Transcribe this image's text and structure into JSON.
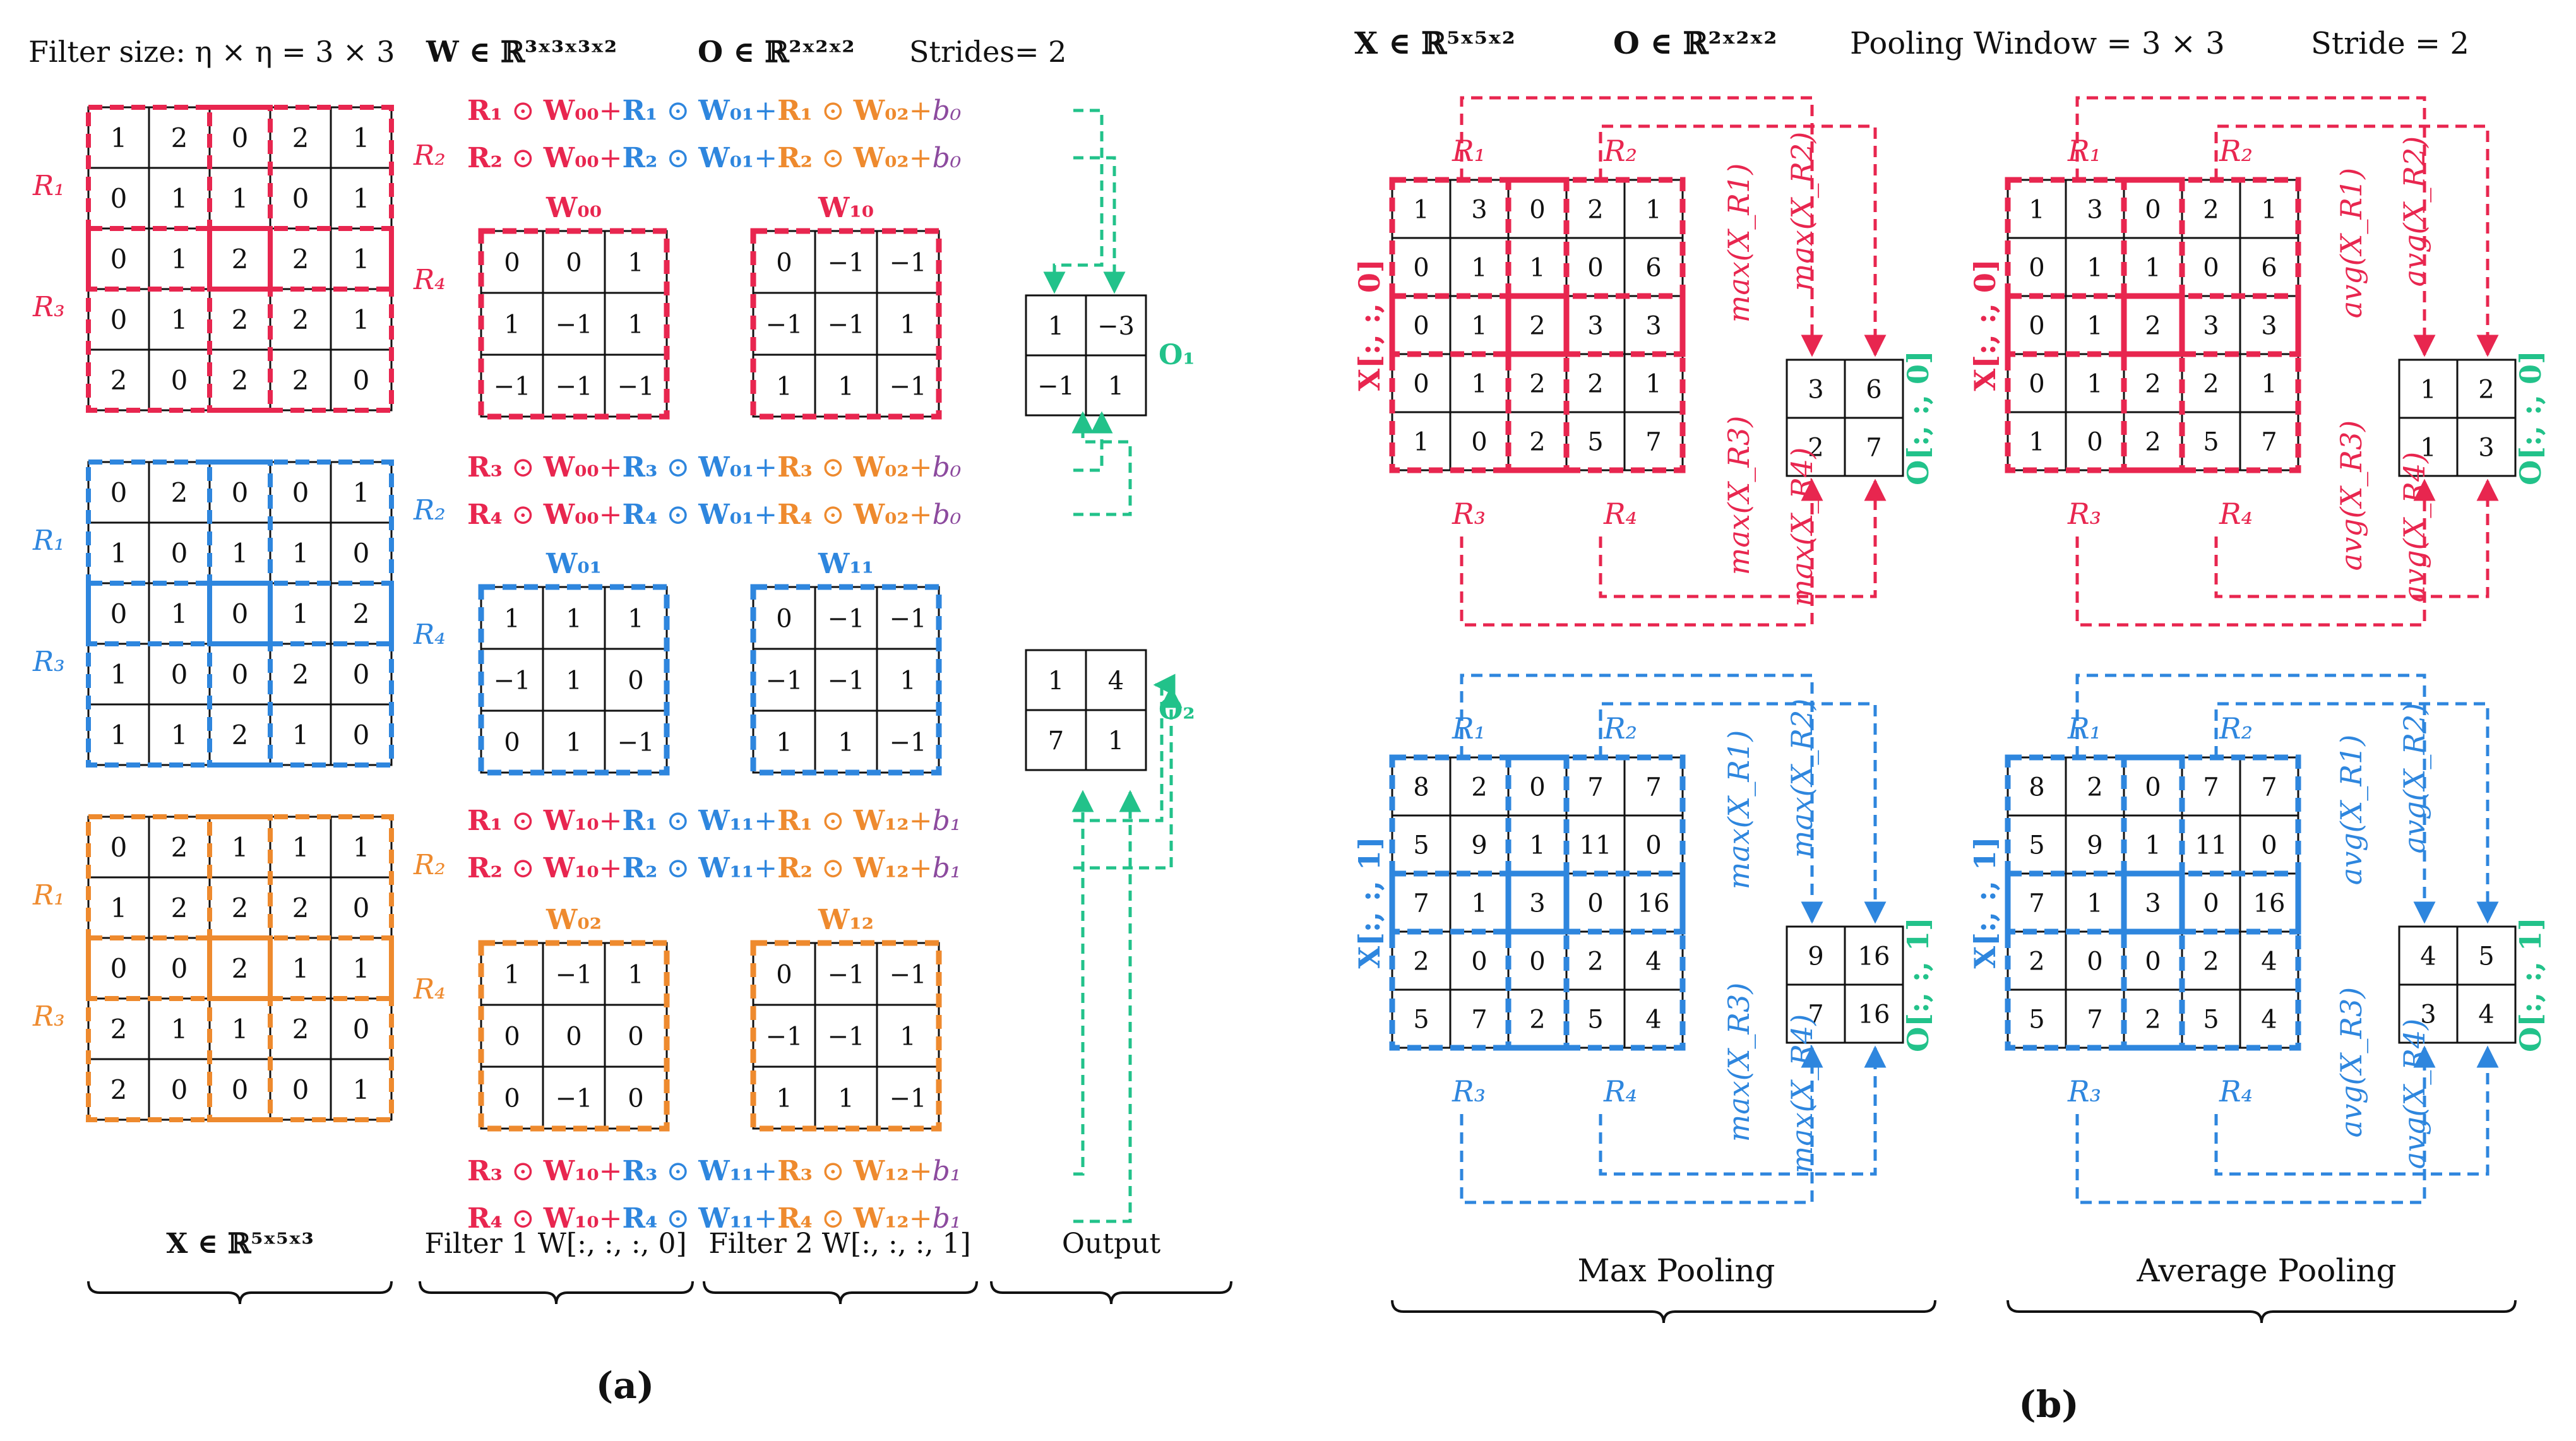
{
  "colors": {
    "red": "#E8264F",
    "blue": "#2E86DE",
    "orange": "#EE8A2E",
    "green": "#22C28A",
    "purple": "#8C4A9E",
    "black": "#111111"
  },
  "a": {
    "header": {
      "filter_size": "Filter size: η × η = 3 × 3",
      "W": "W ∈ ℝ³ˣ³ˣ³ˣ²",
      "O": "O ∈ ℝ²ˣ²ˣ²",
      "strides": "Strides= 2"
    },
    "R_labels": {
      "r1": "R₁",
      "r2": "R₂",
      "r3": "R₃",
      "r4": "R₄"
    },
    "inputs": [
      {
        "color": "red",
        "grid": [
          [
            "1",
            "2",
            "0",
            "2",
            "1"
          ],
          [
            "0",
            "1",
            "1",
            "0",
            "1"
          ],
          [
            "0",
            "1",
            "2",
            "2",
            "1"
          ],
          [
            "0",
            "1",
            "2",
            "2",
            "1"
          ],
          [
            "2",
            "0",
            "2",
            "2",
            "0"
          ]
        ]
      },
      {
        "color": "blue",
        "grid": [
          [
            "0",
            "2",
            "0",
            "0",
            "1"
          ],
          [
            "1",
            "0",
            "1",
            "1",
            "0"
          ],
          [
            "0",
            "1",
            "0",
            "1",
            "2"
          ],
          [
            "1",
            "0",
            "0",
            "2",
            "0"
          ],
          [
            "1",
            "1",
            "2",
            "1",
            "0"
          ]
        ]
      },
      {
        "color": "orange",
        "grid": [
          [
            "0",
            "2",
            "1",
            "1",
            "1"
          ],
          [
            "1",
            "2",
            "2",
            "2",
            "0"
          ],
          [
            "0",
            "0",
            "2",
            "1",
            "1"
          ],
          [
            "2",
            "1",
            "1",
            "2",
            "0"
          ],
          [
            "2",
            "0",
            "0",
            "0",
            "1"
          ]
        ]
      }
    ],
    "weights": [
      {
        "label": "W₀₀",
        "color": "red",
        "grid": [
          [
            "0",
            "0",
            "1"
          ],
          [
            "1",
            "−1",
            "1"
          ],
          [
            "−1",
            "−1",
            "−1"
          ]
        ]
      },
      {
        "label": "W₁₀",
        "color": "red",
        "grid": [
          [
            "0",
            "−1",
            "−1"
          ],
          [
            "−1",
            "−1",
            "1"
          ],
          [
            "1",
            "1",
            "−1"
          ]
        ]
      },
      {
        "label": "W₀₁",
        "color": "blue",
        "grid": [
          [
            "1",
            "1",
            "1"
          ],
          [
            "−1",
            "1",
            "0"
          ],
          [
            "0",
            "1",
            "−1"
          ]
        ]
      },
      {
        "label": "W₁₁",
        "color": "blue",
        "grid": [
          [
            "0",
            "−1",
            "−1"
          ],
          [
            "−1",
            "−1",
            "1"
          ],
          [
            "1",
            "1",
            "−1"
          ]
        ]
      },
      {
        "label": "W₀₂",
        "color": "orange",
        "grid": [
          [
            "1",
            "−1",
            "1"
          ],
          [
            "0",
            "0",
            "0"
          ],
          [
            "0",
            "−1",
            "0"
          ]
        ]
      },
      {
        "label": "W₁₂",
        "color": "orange",
        "grid": [
          [
            "0",
            "−1",
            "−1"
          ],
          [
            "−1",
            "−1",
            "1"
          ],
          [
            "1",
            "1",
            "−1"
          ]
        ]
      }
    ],
    "equations": [
      {
        "R": "R₁",
        "w": [
          "W₀₀",
          "W₀₁",
          "W₀₂"
        ],
        "b": "b₀"
      },
      {
        "R": "R₂",
        "w": [
          "W₀₀",
          "W₀₁",
          "W₀₂"
        ],
        "b": "b₀"
      },
      {
        "R": "R₃",
        "w": [
          "W₀₀",
          "W₀₁",
          "W₀₂"
        ],
        "b": "b₀"
      },
      {
        "R": "R₄",
        "w": [
          "W₀₀",
          "W₀₁",
          "W₀₂"
        ],
        "b": "b₀"
      },
      {
        "R": "R₁",
        "w": [
          "W₁₀",
          "W₁₁",
          "W₁₂"
        ],
        "b": "b₁"
      },
      {
        "R": "R₂",
        "w": [
          "W₁₀",
          "W₁₁",
          "W₁₂"
        ],
        "b": "b₁"
      },
      {
        "R": "R₃",
        "w": [
          "W₁₀",
          "W₁₁",
          "W₁₂"
        ],
        "b": "b₁"
      },
      {
        "R": "R₄",
        "w": [
          "W₁₀",
          "W₁₁",
          "W₁₂"
        ],
        "b": "b₁"
      }
    ],
    "odot": "⊙",
    "plus": "+",
    "outputs": [
      {
        "label": "O₁",
        "grid": [
          [
            "1",
            "−3"
          ],
          [
            "−1",
            "1"
          ]
        ]
      },
      {
        "label": "O₂",
        "grid": [
          [
            "1",
            "4"
          ],
          [
            "7",
            "1"
          ]
        ]
      }
    ],
    "footer": {
      "x": "X ∈ ℝ⁵ˣ⁵ˣ³",
      "filter1": "Filter 1 W[:, :, :, 0]",
      "filter2": "Filter 2 W[:, :, :, 1]",
      "output": "Output"
    },
    "caption": "(a)"
  },
  "b": {
    "header": {
      "X": "X ∈ ℝ⁵ˣ⁵ˣ²",
      "O": "O ∈ ℝ²ˣ²ˣ²",
      "pool": "Pooling Window = 3 × 3",
      "stride": "Stride = 2"
    },
    "inputs": [
      {
        "color": "red",
        "slice_label": "X[:, :, 0]",
        "grid": [
          [
            "1",
            "3",
            "0",
            "2",
            "1"
          ],
          [
            "0",
            "1",
            "1",
            "0",
            "6"
          ],
          [
            "0",
            "1",
            "2",
            "3",
            "3"
          ],
          [
            "0",
            "1",
            "2",
            "2",
            "1"
          ],
          [
            "1",
            "0",
            "2",
            "5",
            "7"
          ]
        ]
      },
      {
        "color": "blue",
        "slice_label": "X[:, :, 1]",
        "grid": [
          [
            "8",
            "2",
            "0",
            "7",
            "7"
          ],
          [
            "5",
            "9",
            "1",
            "11",
            "0"
          ],
          [
            "7",
            "1",
            "3",
            "0",
            "16"
          ],
          [
            "2",
            "0",
            "0",
            "2",
            "4"
          ],
          [
            "5",
            "7",
            "2",
            "5",
            "4"
          ]
        ]
      }
    ],
    "outputs": {
      "max": [
        {
          "label": "O[:, :, 0]",
          "grid": [
            [
              "3",
              "6"
            ],
            [
              "2",
              "7"
            ]
          ]
        },
        {
          "label": "O[:, :, 1]",
          "grid": [
            [
              "9",
              "16"
            ],
            [
              "7",
              "16"
            ]
          ]
        }
      ],
      "avg": [
        {
          "label": "O[:, :, 0]",
          "grid": [
            [
              "1",
              "2"
            ],
            [
              "1",
              "3"
            ]
          ]
        },
        {
          "label": "O[:, :, 1]",
          "grid": [
            [
              "4",
              "5"
            ],
            [
              "3",
              "4"
            ]
          ]
        }
      ]
    },
    "max_fn": [
      "max(X_R1)",
      "max(X_R2)",
      "max(X_R3)",
      "max(X_R4)"
    ],
    "avg_fn": [
      "avg(X_R1)",
      "avg(X_R2)",
      "avg(X_R3)",
      "avg(X_R4)"
    ],
    "footer": {
      "max": "Max Pooling",
      "avg": "Average Pooling"
    },
    "caption": "(b)"
  }
}
